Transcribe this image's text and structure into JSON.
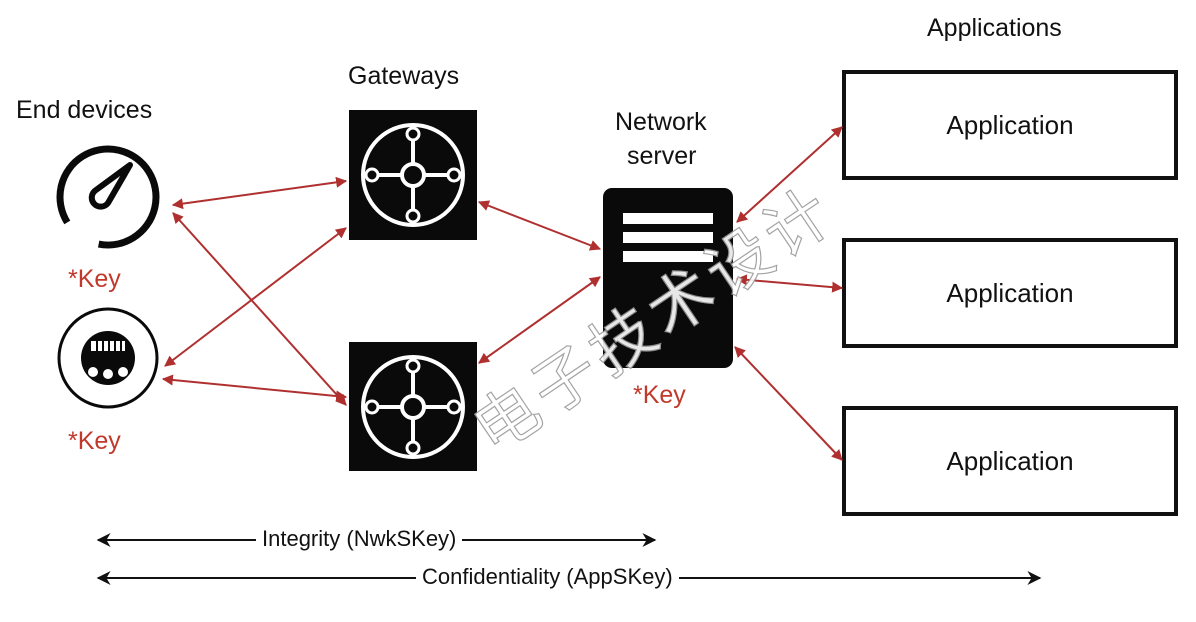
{
  "labels": {
    "end_devices": "End devices",
    "gateways": "Gateways",
    "network_server": [
      "Network",
      "server"
    ],
    "applications": "Applications",
    "key": "*Key"
  },
  "applications": [
    {
      "label": "Application"
    },
    {
      "label": "Application"
    },
    {
      "label": "Application"
    }
  ],
  "legend": {
    "integrity": "Integrity (NwkSKey)",
    "confidentiality": "Confidentiality (AppSKey)"
  },
  "watermark": "电子技术设计",
  "icons": {
    "end_device_1": "gauge-icon",
    "end_device_2": "meter-icon",
    "gateway": "gateway-hub-icon",
    "server": "server-icon"
  },
  "colors": {
    "link_arrow": "#b03030",
    "key_text": "#c0392b",
    "device_fill": "#0a0a0a",
    "legend_arrow": "#111111"
  }
}
